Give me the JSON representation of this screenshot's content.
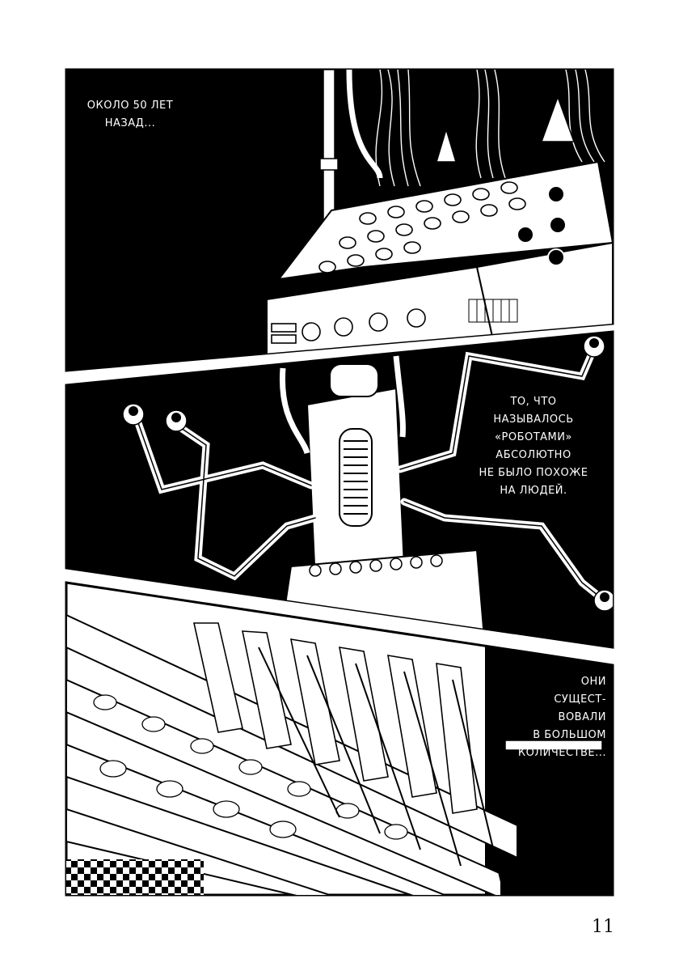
{
  "panels": [
    {
      "caption": "ОКОЛО 50 ЛЕТ\nНАЗАД..."
    },
    {
      "caption": "ТО, ЧТО\nНАЗЫВАЛОСЬ\n«РОБОТАМИ»\nАБСОЛЮТНО\nНЕ БЫЛО ПОХОЖЕ\nНА ЛЮДЕЙ."
    },
    {
      "caption": "ОНИ\nСУЩЕСТ-\nВОВАЛИ\nВ БОЛЬШОМ\nКОЛИЧЕСТВЕ..."
    }
  ],
  "page_number": "11",
  "colors": {
    "ink": "#000000",
    "paper": "#ffffff"
  }
}
